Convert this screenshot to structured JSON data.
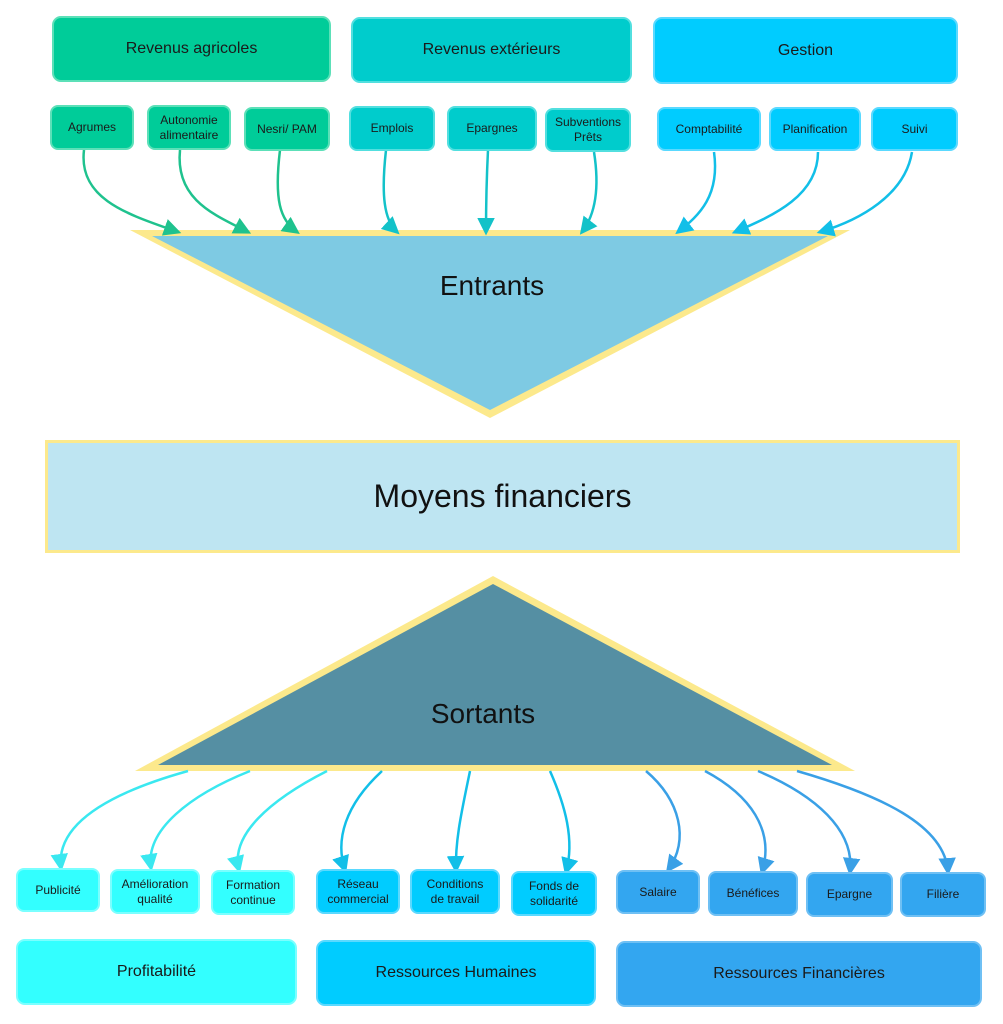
{
  "inputs": {
    "categories": [
      {
        "label": "Revenus agricoles",
        "color": "#00cc99",
        "items": [
          "Agrumes",
          "Autonomie alimentaire",
          "Nesri/ PAM"
        ]
      },
      {
        "label": "Revenus extérieurs",
        "color": "#00cccc",
        "items": [
          "Emplois",
          "Epargnes",
          "Subventions Prêts"
        ]
      },
      {
        "label": "Gestion",
        "color": "#00ccff",
        "items": [
          "Comptabilité",
          "Planification",
          "Suivi"
        ]
      }
    ],
    "triangle_label": "Entrants",
    "triangle_color": "#7ecae3"
  },
  "center": {
    "label": "Moyens financiers",
    "color": "#bee5f2",
    "border_color": "#fce98c"
  },
  "outputs": {
    "triangle_label": "Sortants",
    "triangle_color": "#558fa3",
    "categories": [
      {
        "label": "Profitabilité",
        "color": "#33ffff",
        "items": [
          "Publicité",
          "Amélioration qualité",
          "Formation continue"
        ]
      },
      {
        "label": "Ressources Humaines",
        "color": "#00ccff",
        "items": [
          "Réseau commercial",
          "Conditions de travail",
          "Fonds de solidarité"
        ]
      },
      {
        "label": "Ressources Financières",
        "color": "#33a6f0",
        "items": [
          "Salaire",
          "Bénéfices",
          "Epargne",
          "Filière"
        ]
      }
    ]
  }
}
